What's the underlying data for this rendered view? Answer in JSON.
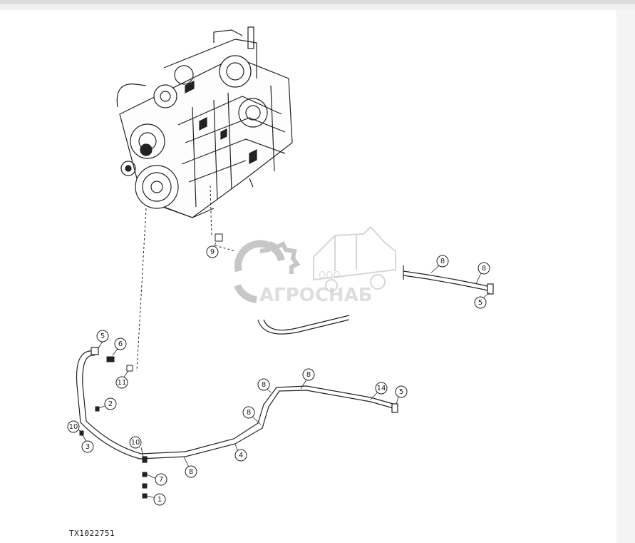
{
  "figure_id": "TX1022751",
  "watermark": {
    "company_prefix": "ООО",
    "company_name": "АГРОСНАБ"
  },
  "callouts": [
    "9",
    "8",
    "8",
    "5",
    "5",
    "6",
    "11",
    "2",
    "10",
    "3",
    "10",
    "7",
    "1",
    "8",
    "4",
    "8",
    "8",
    "8",
    "14",
    "5"
  ]
}
